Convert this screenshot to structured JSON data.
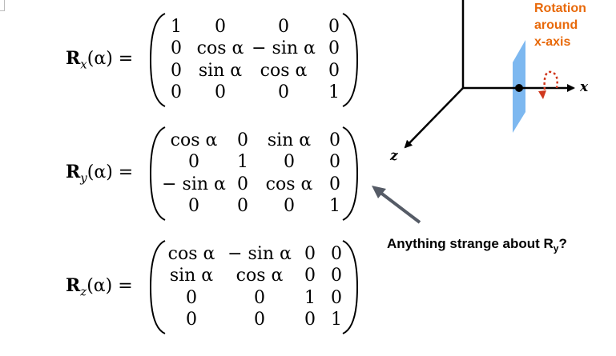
{
  "matrices": [
    {
      "lhs_symbol": "R",
      "lhs_sub": "x",
      "lhs_arg": "(α) =",
      "rows": [
        [
          "1",
          "0",
          "0",
          "0"
        ],
        [
          "0",
          "cos α",
          "− sin α",
          "0"
        ],
        [
          "0",
          "sin α",
          "cos α",
          "0"
        ],
        [
          "0",
          "0",
          "0",
          "1"
        ]
      ]
    },
    {
      "lhs_symbol": "R",
      "lhs_sub": "y",
      "lhs_arg": "(α) =",
      "rows": [
        [
          "cos α",
          "0",
          "sin α",
          "0"
        ],
        [
          "0",
          "1",
          "0",
          "0"
        ],
        [
          "− sin α",
          "0",
          "cos α",
          "0"
        ],
        [
          "0",
          "0",
          "0",
          "1"
        ]
      ]
    },
    {
      "lhs_symbol": "R",
      "lhs_sub": "z",
      "lhs_arg": "(α) =",
      "rows": [
        [
          "cos α",
          "− sin α",
          "0",
          "0"
        ],
        [
          "sin α",
          "cos α",
          "0",
          "0"
        ],
        [
          "0",
          "0",
          "1",
          "0"
        ],
        [
          "0",
          "0",
          "0",
          "1"
        ]
      ]
    }
  ],
  "diagram": {
    "rotation_label_lines": [
      "Rotation",
      "around",
      "x-axis"
    ],
    "axis_x_label": "x",
    "axis_z_label": "z",
    "colors": {
      "rotation_label": "#e8690a",
      "plane": "#7db8f0",
      "rotation_arrow": "#d0381e",
      "pointer_arrow": "#555b66"
    }
  },
  "question": {
    "prefix": "Anything strange about R",
    "sub": "y",
    "suffix": "?"
  }
}
